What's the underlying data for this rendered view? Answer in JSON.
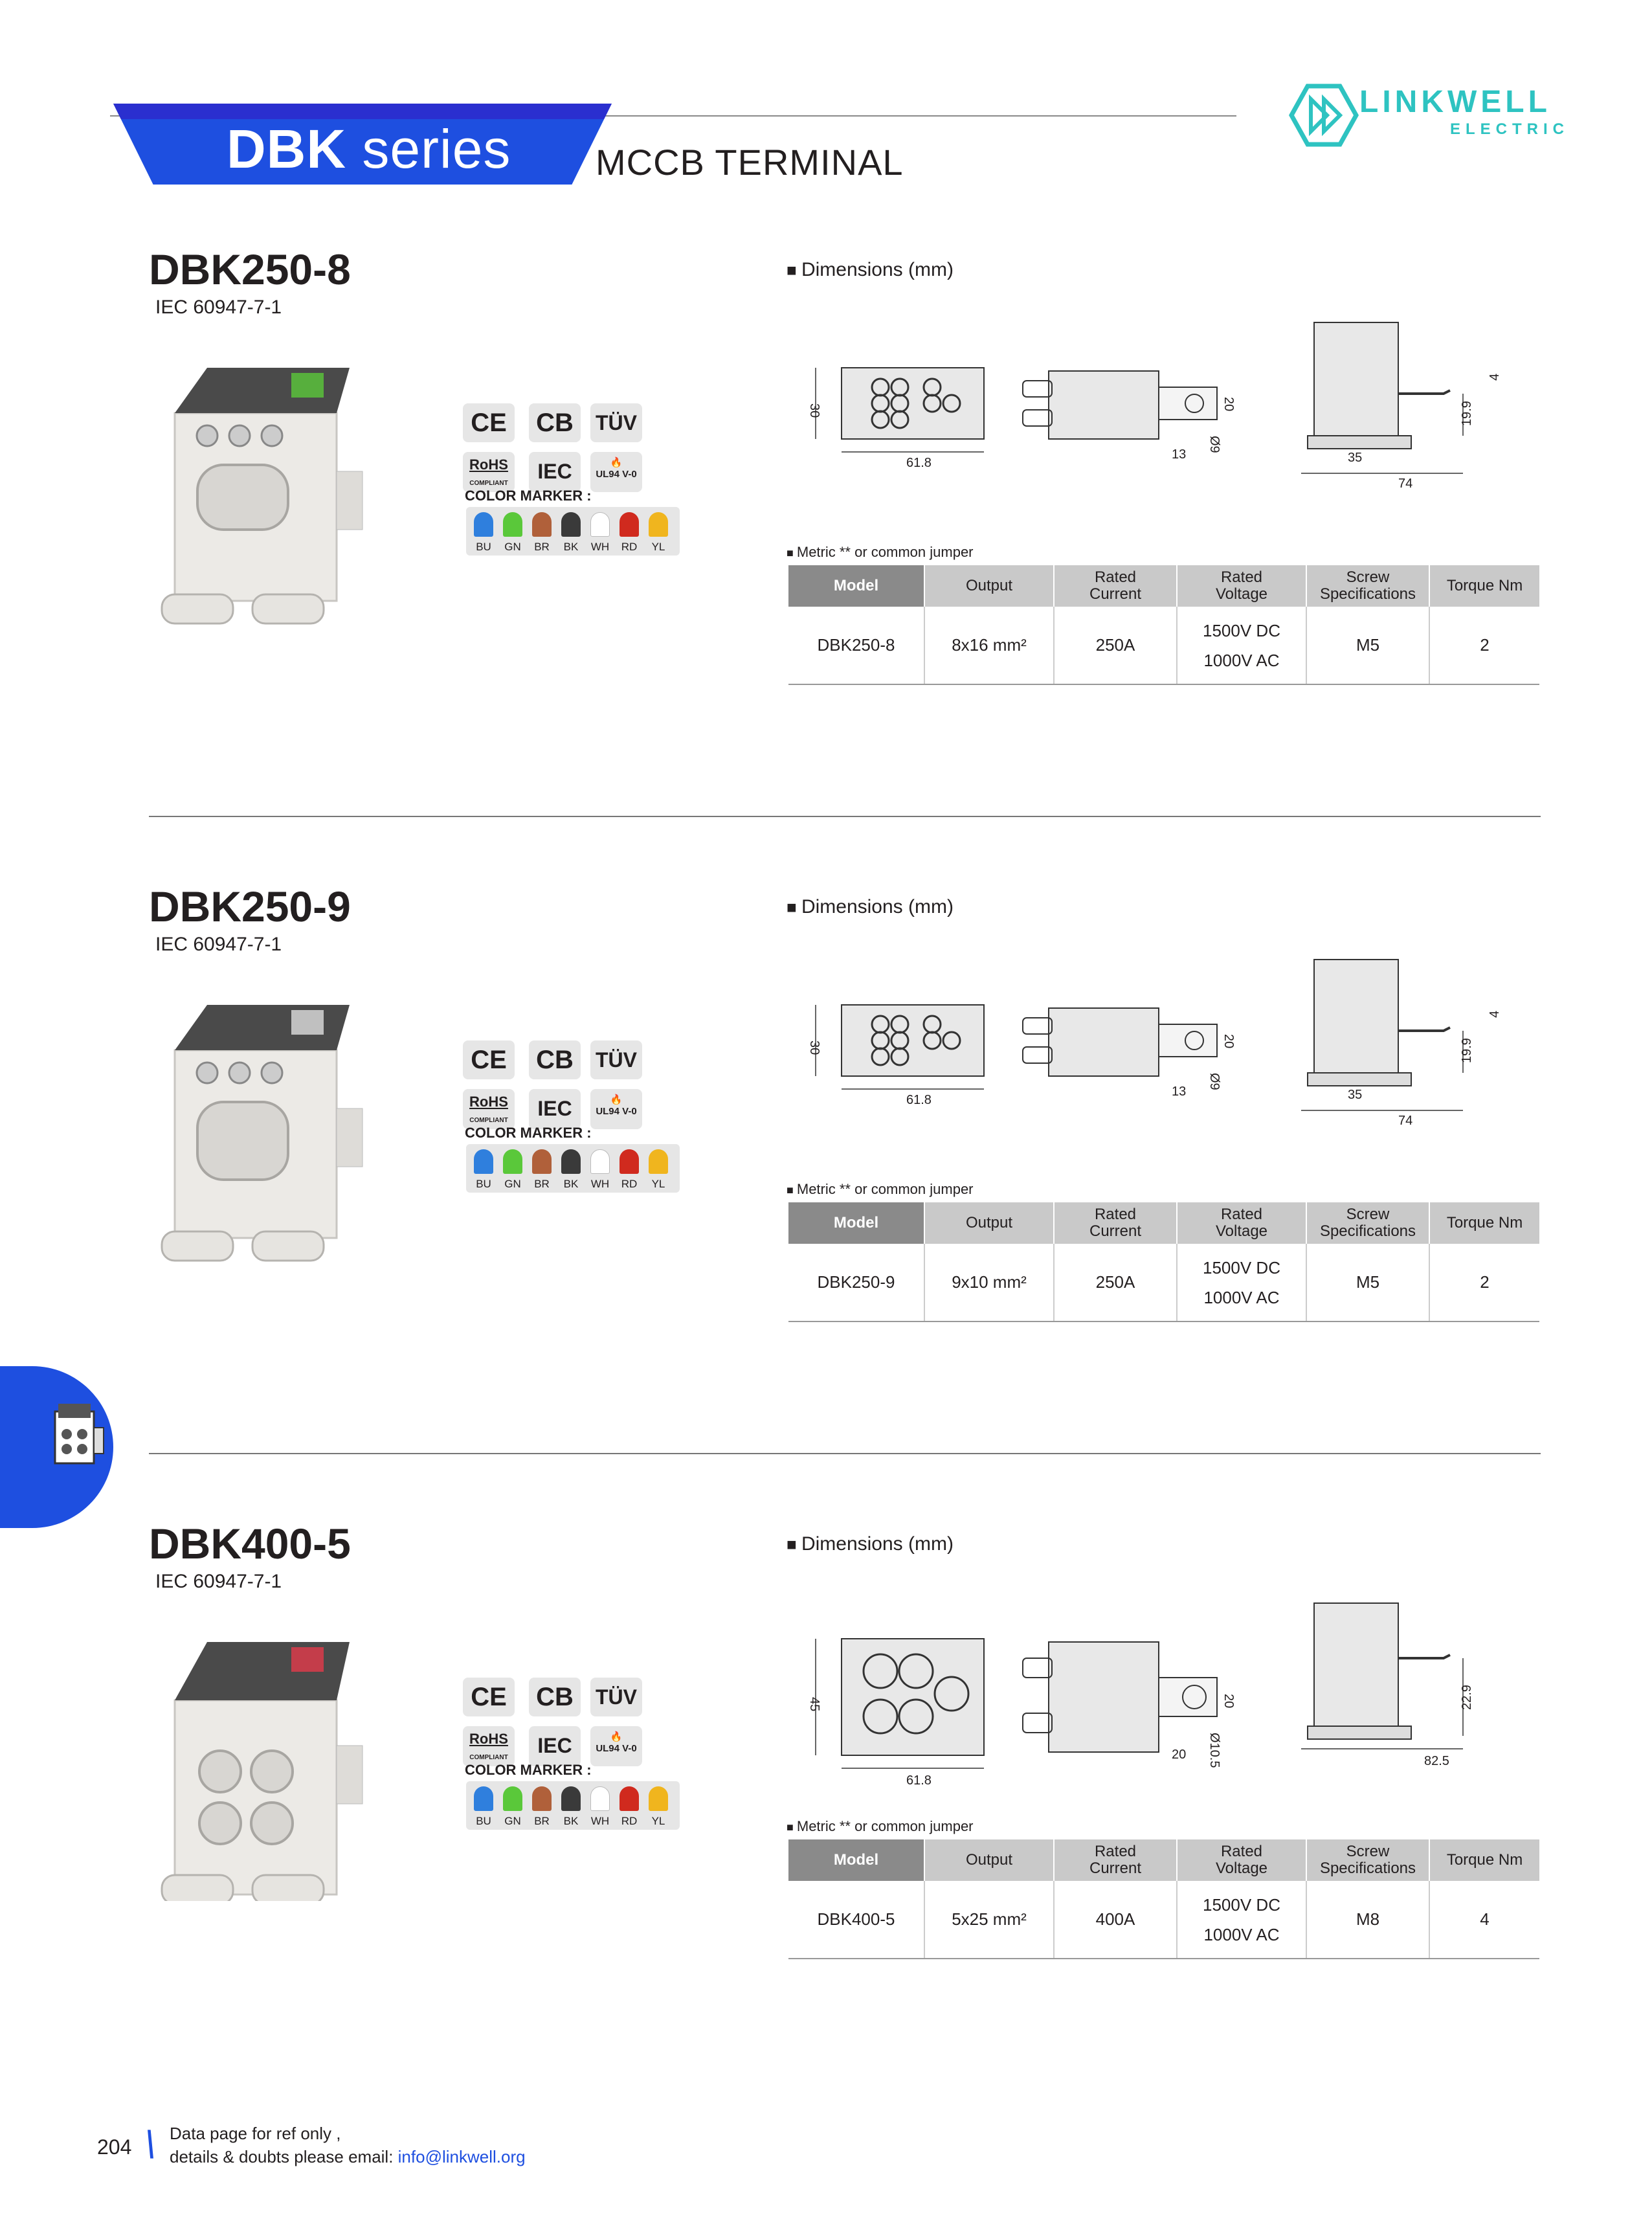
{
  "header": {
    "series_bold": "DBK",
    "series_rest": " series",
    "subtitle": "MCCB TERMINAL",
    "brand_name": "LINKWELL",
    "brand_sub": "ELECTRIC",
    "accent_color": "#1e4fe0",
    "brand_color": "#2ec3c1"
  },
  "side_tab": {
    "icon": "terminal-block-icon"
  },
  "cert_labels": {
    "ce": "CE",
    "cb": "CB",
    "tuv": "TÜV",
    "rohs": "RoHS",
    "rohs_sub": "COMPLIANT",
    "iec": "IEC",
    "ul": "UL94 V-0"
  },
  "color_marker": {
    "title": "COLOR MARKER :",
    "swatches": [
      {
        "code": "BU",
        "color": "#2f7fdd"
      },
      {
        "code": "GN",
        "color": "#5ac83a"
      },
      {
        "code": "BR",
        "color": "#b0603a"
      },
      {
        "code": "BK",
        "color": "#3a3a3a"
      },
      {
        "code": "WH",
        "color": "#ffffff"
      },
      {
        "code": "RD",
        "color": "#d02a1e"
      },
      {
        "code": "YL",
        "color": "#f0b51e"
      }
    ]
  },
  "labels": {
    "dimensions": "Dimensions (mm)",
    "jumper_note": "Metric ** or common jumper"
  },
  "table_headers": [
    "Model",
    "Output",
    "Rated\nCurrent",
    "Rated\nVoltage",
    "Screw\nSpecifications",
    "Torque Nm"
  ],
  "sections": [
    {
      "model": "DBK250-8",
      "standard": "IEC 60947-7-1",
      "dims": {
        "h": "30",
        "w": "61.8",
        "tab": "13",
        "hole": "Ø9",
        "tab_h": "20",
        "side_h": "19.9",
        "side_t": "4",
        "rail": "35",
        "depth": "74"
      },
      "row": {
        "model": "DBK250-8",
        "output": "8x16 mm²",
        "current": "250A",
        "voltage_dc": "1500V DC",
        "voltage_ac": "1000V AC",
        "screw": "M5",
        "torque": "2"
      }
    },
    {
      "model": "DBK250-9",
      "standard": "IEC 60947-7-1",
      "dims": {
        "h": "30",
        "w": "61.8",
        "tab": "13",
        "hole": "Ø9",
        "tab_h": "20",
        "side_h": "19.9",
        "side_t": "4",
        "rail": "35",
        "depth": "74"
      },
      "row": {
        "model": "DBK250-9",
        "output": "9x10 mm²",
        "current": "250A",
        "voltage_dc": "1500V DC",
        "voltage_ac": "1000V AC",
        "screw": "M5",
        "torque": "2"
      }
    },
    {
      "model": "DBK400-5",
      "standard": "IEC 60947-7-1",
      "dims": {
        "h": "45",
        "w": "61.8",
        "tab": "20",
        "hole": "Ø10.5",
        "tab_h": "20",
        "side_h": "22.9",
        "side_t": "",
        "rail": "",
        "depth": "82.5"
      },
      "row": {
        "model": "DBK400-5",
        "output": "5x25 mm²",
        "current": "400A",
        "voltage_dc": "1500V DC",
        "voltage_ac": "1000V AC",
        "screw": "M8",
        "torque": "4"
      }
    }
  ],
  "footer": {
    "page_number": "204",
    "line1": "Data page for ref only ,",
    "line2_prefix": "details & doubts please email: ",
    "email": "info@linkwell.org"
  }
}
